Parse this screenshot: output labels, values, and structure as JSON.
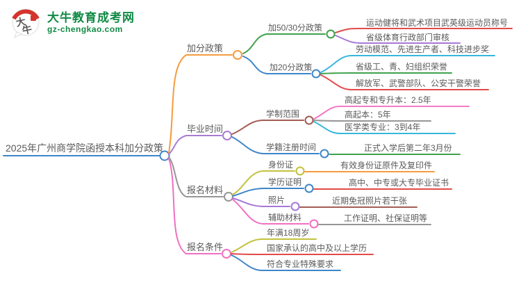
{
  "logo": {
    "title": "大牛教育成考网",
    "subtitle": "gz-chengkao.com",
    "badge_text": "大牛"
  },
  "root": {
    "label": "2025年广州商学院函授本科加分政策",
    "color": "#3e86c8"
  },
  "branches": [
    {
      "label": "加分政策",
      "color": "#f79b3f",
      "children": [
        {
          "label": "加50/30分政策",
          "color": "#3fa24c",
          "children": [
            {
              "label": "运动健将和武术项目武英级运动员称号",
              "color": "#e24a4a"
            },
            {
              "label": "省级体育行政部门审核",
              "color": "#a678d8"
            }
          ]
        },
        {
          "label": "加20分政策",
          "color": "#3e86c8",
          "children": [
            {
              "label": "劳动模范、先进生产者、科技进步奖",
              "color": "#36b7dc"
            },
            {
              "label": "省级工、青、妇组织荣誉",
              "color": "#3fa24c"
            },
            {
              "label": "解放军、武警部队、公安干警荣誉",
              "color": "#e24a4a"
            }
          ]
        }
      ]
    },
    {
      "label": "毕业时间",
      "color": "#a87bd0",
      "children": [
        {
          "label": "学制范围",
          "color": "#a35c52",
          "children": [
            {
              "label": "高起专和专升本：2.5年",
              "color": "#f27bc4"
            },
            {
              "label": "高起本：5年",
              "color": "#969696"
            },
            {
              "label": "医学类专业：3到4年",
              "color": "#36b7dc"
            }
          ]
        },
        {
          "label": "学籍注册时间",
          "color": "#3e86c8",
          "children": [
            {
              "label": "正式入学后第二年3月份",
              "color": "#3fa24c"
            }
          ]
        }
      ]
    },
    {
      "label": "报名材料",
      "color": "#969696",
      "children": [
        {
          "label": "身份证",
          "color": "#c2c23e",
          "children": [
            {
              "label": "有效身份证原件及复印件",
              "color": "#f79b3f"
            }
          ]
        },
        {
          "label": "学历证明",
          "color": "#3e86c8",
          "children": [
            {
              "label": "高中、中专或大专毕业证书",
              "color": "#e24a4a"
            }
          ]
        },
        {
          "label": "照片",
          "color": "#a678d8",
          "children": [
            {
              "label": "近期免冠照片若干张",
              "color": "#a35c52"
            }
          ]
        },
        {
          "label": "辅助材料",
          "color": "#f070c2",
          "children": [
            {
              "label": "工作证明、社保证明等",
              "color": "#969696"
            }
          ]
        }
      ]
    },
    {
      "label": "报名条件",
      "color": "#f070c2",
      "children": [
        {
          "label": "年满18周岁",
          "color": "#c2c23e"
        },
        {
          "label": "国家承认的高中及以上学历",
          "color": "#e24a4a"
        },
        {
          "label": "符合专业特殊要求",
          "color": "#3e86c8"
        }
      ]
    }
  ],
  "palette": {
    "text": "#5a5a5a",
    "brand_green": "#108a44",
    "brand_red": "#d5342c"
  }
}
